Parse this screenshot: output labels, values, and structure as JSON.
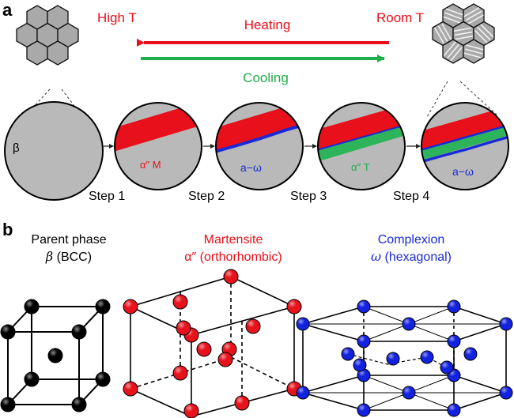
{
  "panel_a": {
    "letter": "a",
    "high_t": "High T",
    "room_t": "Room T",
    "heating": "Heating",
    "cooling": "Cooling",
    "beta_symbol": "β",
    "alpha_m_label": "α″ M",
    "a_omega_step2": "a−ω",
    "alpha_t_label": "α″ T",
    "a_omega_step4": "a−ω",
    "steps": [
      "Step 1",
      "Step 2",
      "Step 3",
      "Step 4"
    ]
  },
  "panel_b": {
    "letter": "b",
    "parent": {
      "line1": "Parent phase",
      "line2_symbol": "β",
      "line2_rest": " (BCC)"
    },
    "martensite": {
      "line1": "Martensite",
      "line2": "α″ (orthorhombic)"
    },
    "complexion": {
      "line1": "Complexion",
      "line2_symbol": "ω",
      "line2_rest": " (hexagonal)"
    }
  },
  "colors": {
    "red": "#e8101a",
    "green": "#1fae4a",
    "blue": "#1a2ad6",
    "phase_green": "#2db35a",
    "disk_gray": "#b9b9b9",
    "atom_black": "#000000",
    "atom_red": "#e8121c",
    "atom_blue": "#1322e0"
  }
}
